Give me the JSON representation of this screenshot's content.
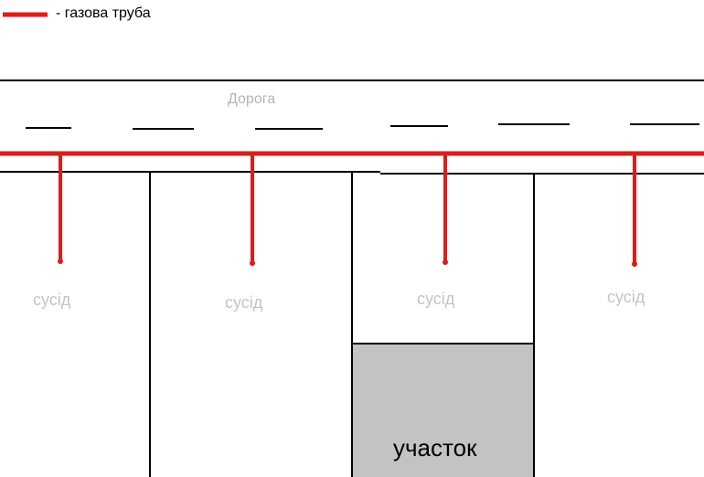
{
  "legend": {
    "text": "- газова труба"
  },
  "road": {
    "label": "Дорога"
  },
  "neighbors": [
    {
      "label": "сусід"
    },
    {
      "label": "сусід"
    },
    {
      "label": "сусід"
    },
    {
      "label": "сусід"
    }
  ],
  "plot": {
    "label": "участок"
  },
  "colors": {
    "gas_pipe": "#dd1c1c",
    "lines": "#000000",
    "plot_fill": "#c3c3c3",
    "muted_text": "#c4c4c4"
  }
}
